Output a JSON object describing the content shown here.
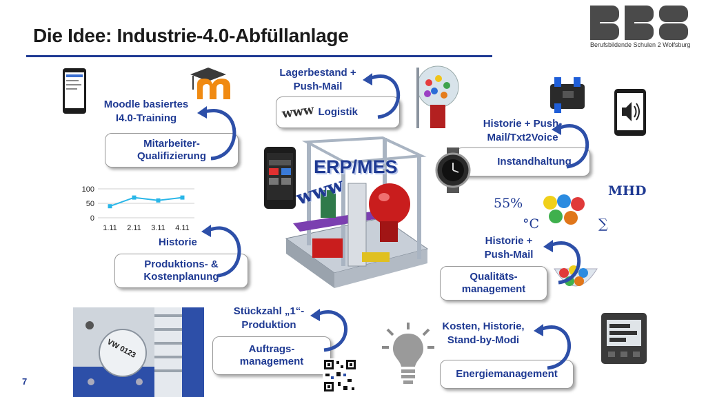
{
  "slide": {
    "title": "Die Idee: Industrie-4.0-Abfüllanlage",
    "page_number": "7",
    "logo": {
      "letters": "BBS",
      "caption": "Berufsbildende Schulen 2 Wolfsburg"
    },
    "center": {
      "erp_label": "ERP/MES",
      "www_label": "www"
    }
  },
  "nodes": {
    "qualifizierung": {
      "label": "Moodle basiertes I4.0-Training",
      "box": "Mitarbeiter- Qualifizierung"
    },
    "logistik": {
      "label": "Lagerbestand + Push-Mail",
      "box_prefix": "www",
      "box": "Logistik"
    },
    "instandhaltung": {
      "label": "Historie + Push-Mail/Txt2Voice",
      "box": "Instandhaltung"
    },
    "produktion": {
      "label": "Historie",
      "box": "Produktions- & Kostenplanung"
    },
    "qualitaet": {
      "label": "Historie + Push-Mail",
      "box": "Qualitäts- management"
    },
    "auftrag": {
      "label": "Stückzahl „1“- Produktion",
      "box": "Auftrags- management"
    },
    "energie": {
      "label": "Kosten, Historie, Stand-by-Modi",
      "box": "Energiemanagement"
    }
  },
  "symbols": {
    "percent": "55%",
    "mhd": "MHD",
    "celsius": "°C",
    "sigma": "∑"
  },
  "part_label": "VW 0123",
  "colors": {
    "accent": "#1f3a93",
    "curve": "#2d4fa8",
    "chart_line": "#29b6e8"
  },
  "chart_data": {
    "type": "line",
    "categories": [
      "1.11",
      "2.11",
      "3.11",
      "4.11"
    ],
    "values": [
      40,
      70,
      60,
      70
    ],
    "ylim": [
      0,
      100
    ],
    "yticks": [
      0,
      50,
      100
    ],
    "grid": true
  }
}
